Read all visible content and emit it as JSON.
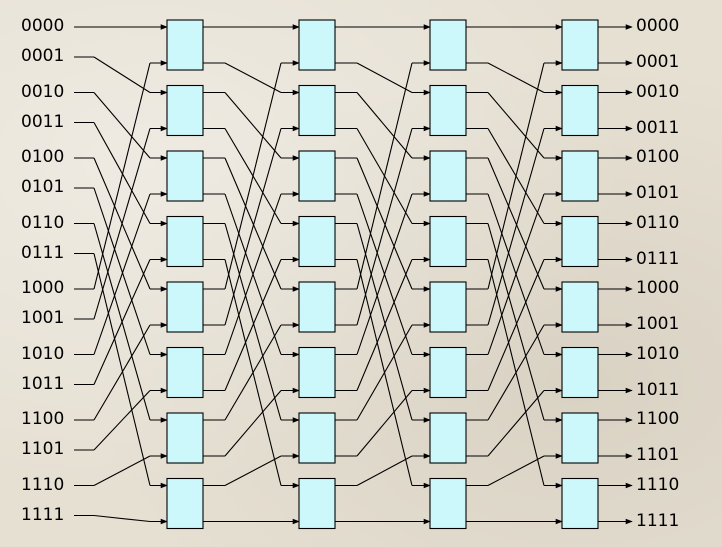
{
  "input_labels": [
    "0000",
    "0001",
    "0010",
    "0011",
    "0100",
    "0101",
    "0110",
    "0111",
    "1000",
    "1001",
    "1010",
    "1011",
    "1100",
    "1101",
    "1110",
    "1111"
  ],
  "output_labels": [
    "0000",
    "0001",
    "0010",
    "0011",
    "0100",
    "0101",
    "0110",
    "0111",
    "1000",
    "1001",
    "1010",
    "1011",
    "1100",
    "1101",
    "1110",
    "1111"
  ],
  "network": {
    "stages": 4,
    "switches_per_stage": 8,
    "switch_fill": "#ccf7fb",
    "line_color": "#000000"
  }
}
